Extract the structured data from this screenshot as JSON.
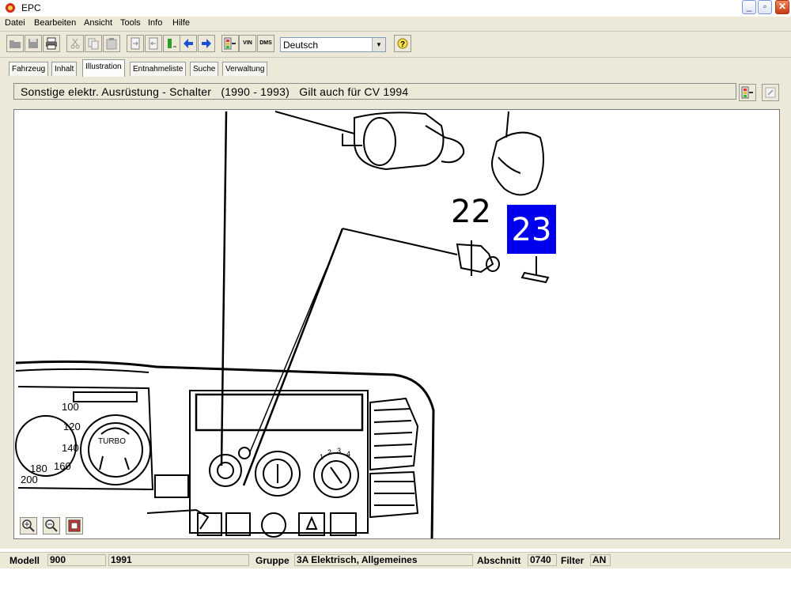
{
  "window": {
    "title": "EPC"
  },
  "menu": {
    "items": [
      "Datei",
      "Bearbeiten",
      "Ansicht",
      "Tools",
      "Info",
      "Hilfe"
    ]
  },
  "toolbar": {
    "language": "Deutsch",
    "vin_label": "VIN",
    "dms_label": "DMS",
    "help_icon": "question-icon"
  },
  "tabs": [
    "Fahrzeug",
    "Inhalt",
    "Illustration",
    "Entnahmeliste",
    "Suche",
    "Verwaltung"
  ],
  "active_tab": "Illustration",
  "heading": "Sonstige elektr. Ausrüstung - Schalter   (1990 - 1993)   Gilt auch für CV 1994",
  "illustration": {
    "callout_plain": "22",
    "callout_selected": "23",
    "selected_color": "#0000ee",
    "gauge_labels": [
      "100",
      "120",
      "140",
      "160",
      "180",
      "200",
      "TURBO"
    ],
    "fan_labels": [
      "1",
      "2",
      "3",
      "4"
    ]
  },
  "status": {
    "model_label": "Modell",
    "model_value": "900",
    "year_value": "1991",
    "group_label": "Gruppe",
    "group_value": "3A Elektrisch, Allgemeines",
    "section_label": "Abschnitt",
    "section_value": "0740",
    "filter_label": "Filter",
    "filter_value": "AN"
  }
}
